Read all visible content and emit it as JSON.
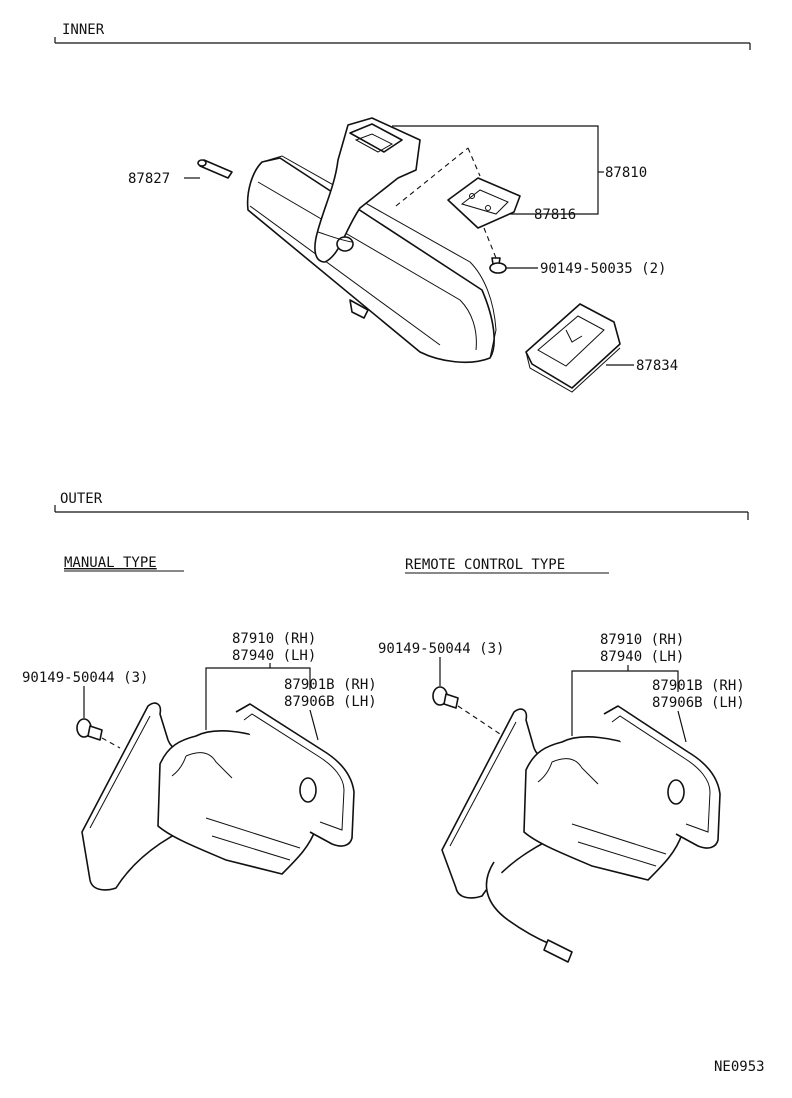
{
  "sections": {
    "inner": "INNER",
    "outer": "OUTER",
    "manual": "MANUAL TYPE",
    "remote": "REMOTE CONTROL TYPE"
  },
  "labels": {
    "p87827": "87827",
    "p87810": "87810",
    "p87816": "87816",
    "p90149_50035": "90149-50035 (2)",
    "p87834": "87834",
    "m_bolt": "90149-50044 (3)",
    "m_87910": "87910 (RH)",
    "m_87940": "87940 (LH)",
    "m_87901b": "87901B (RH)",
    "m_87906b": "87906B (LH)",
    "r_bolt": "90149-50044 (3)",
    "r_87910": "87910 (RH)",
    "r_87940": "87940 (LH)",
    "r_87901b": "87901B (RH)",
    "r_87906b": "87906B (LH)"
  },
  "code": "NE0953"
}
